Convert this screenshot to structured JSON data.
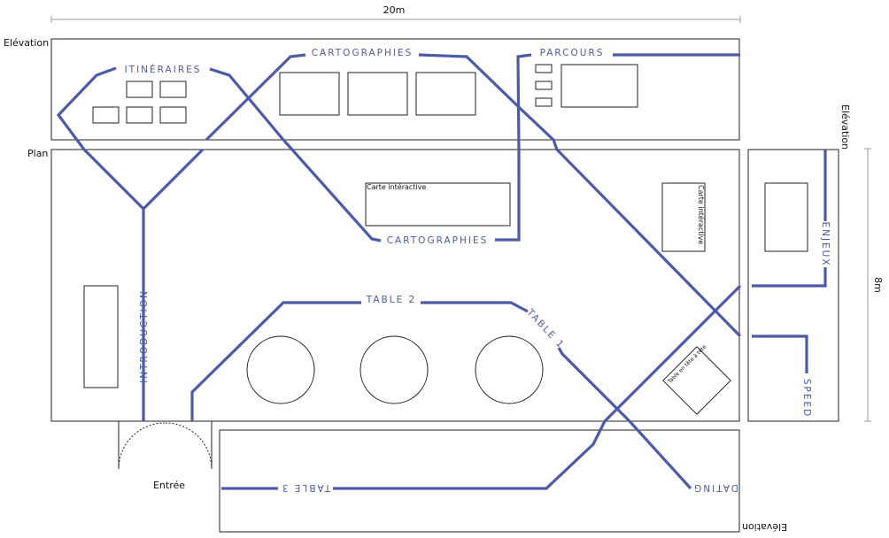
{
  "dimensions": {
    "width_label": "20m",
    "height_label": "8m"
  },
  "views": {
    "elevation_top": "Elévation",
    "plan": "Plan",
    "elevation_right": "Elévation",
    "elevation_bottom": "Elévation"
  },
  "entrance": "Entrée",
  "routes": {
    "itineraires": "ITINÉRAIRES",
    "cartographies_top": "CARTOGRAPHIES",
    "parcours": "PARCOURS",
    "cartographies_plan": "CARTOGRAPHIES",
    "introduction": "INTRODUCTION",
    "table2": "TABLE 2",
    "table1": "TABLE 1",
    "enjeux": "ENJEUX",
    "speed": "SPEED",
    "table3": "TABLE 3",
    "dating": "DATING"
  },
  "furniture": {
    "carte_interactive_1": "Carte intéractive",
    "carte_interactive_2": "Carte intéractive",
    "table_tete_a_tete": "Table en tête à tête"
  },
  "colors": {
    "route": "#4d5aa6",
    "outline": "#222222"
  }
}
